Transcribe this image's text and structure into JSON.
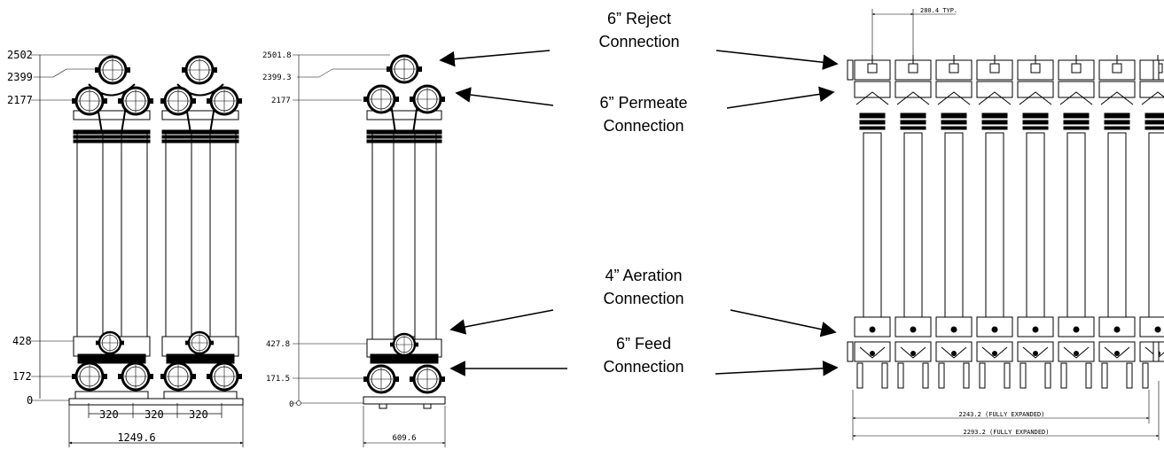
{
  "left_view": {
    "heights": [
      "2502",
      "2399",
      "2177",
      "428",
      "172",
      "0"
    ],
    "spacings": [
      "320",
      "320",
      "320"
    ],
    "overall_width": "1249.6"
  },
  "middle_view": {
    "heights": [
      "2501.8",
      "2399.3",
      "2177",
      "427.8",
      "171.5",
      "0"
    ],
    "overall_width": "609.6"
  },
  "right_view": {
    "pitch": "280.4 TYP.",
    "expanded_inner": "2243.2 (FULLY EXPANDED)",
    "expanded_outer": "2293.2 (FULLY EXPANDED)"
  },
  "callouts": [
    {
      "line1": "6” Reject",
      "line2": "Connection"
    },
    {
      "line1": "6” Permeate",
      "line2": "Connection"
    },
    {
      "line1": "4” Aeration",
      "line2": "Connection"
    },
    {
      "line1": "6” Feed",
      "line2": "Connection"
    }
  ]
}
